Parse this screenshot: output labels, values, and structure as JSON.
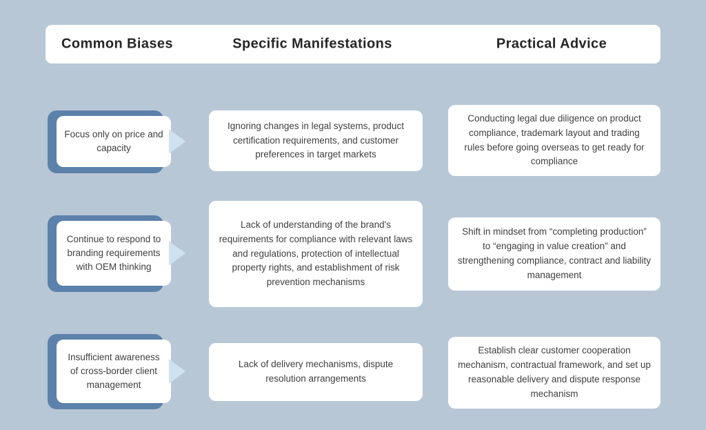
{
  "header": {
    "col1": "Common Biases",
    "col2": "Specific Manifestations",
    "col3": "Practical Advice"
  },
  "rows": [
    {
      "bias": "Focus only on price and capacity",
      "manifestation": "Ignoring changes in legal systems, product certification requirements, and customer preferences in target markets",
      "advice": "Conducting legal due diligence on product compliance, trademark layout and trading rules before going overseas to get ready for compliance"
    },
    {
      "bias": "Continue to respond to branding requirements with OEM thinking",
      "manifestation": "Lack of understanding of the brand's requirements for compliance with relevant laws and regulations, protection of intellectual property rights, and establishment of risk prevention mechanisms",
      "advice": "Shift in mindset from “completing production” to “engaging in value creation” and strengthening compliance, contract and liability management"
    },
    {
      "bias": "Insufficient awareness of cross-border client management",
      "manifestation": "Lack of delivery mechanisms, dispute resolution arrangements",
      "advice": "Establish clear customer cooperation mechanism, contractual framework, and set up reasonable delivery and dispute response mechanism"
    }
  ],
  "colors": {
    "background": "#b7c7d6",
    "accent_blue": "#5c81aa",
    "arrow_blue": "#cfe0ee",
    "card_bg": "#ffffff",
    "text": "#3f3f3f",
    "header_text": "#252525"
  }
}
